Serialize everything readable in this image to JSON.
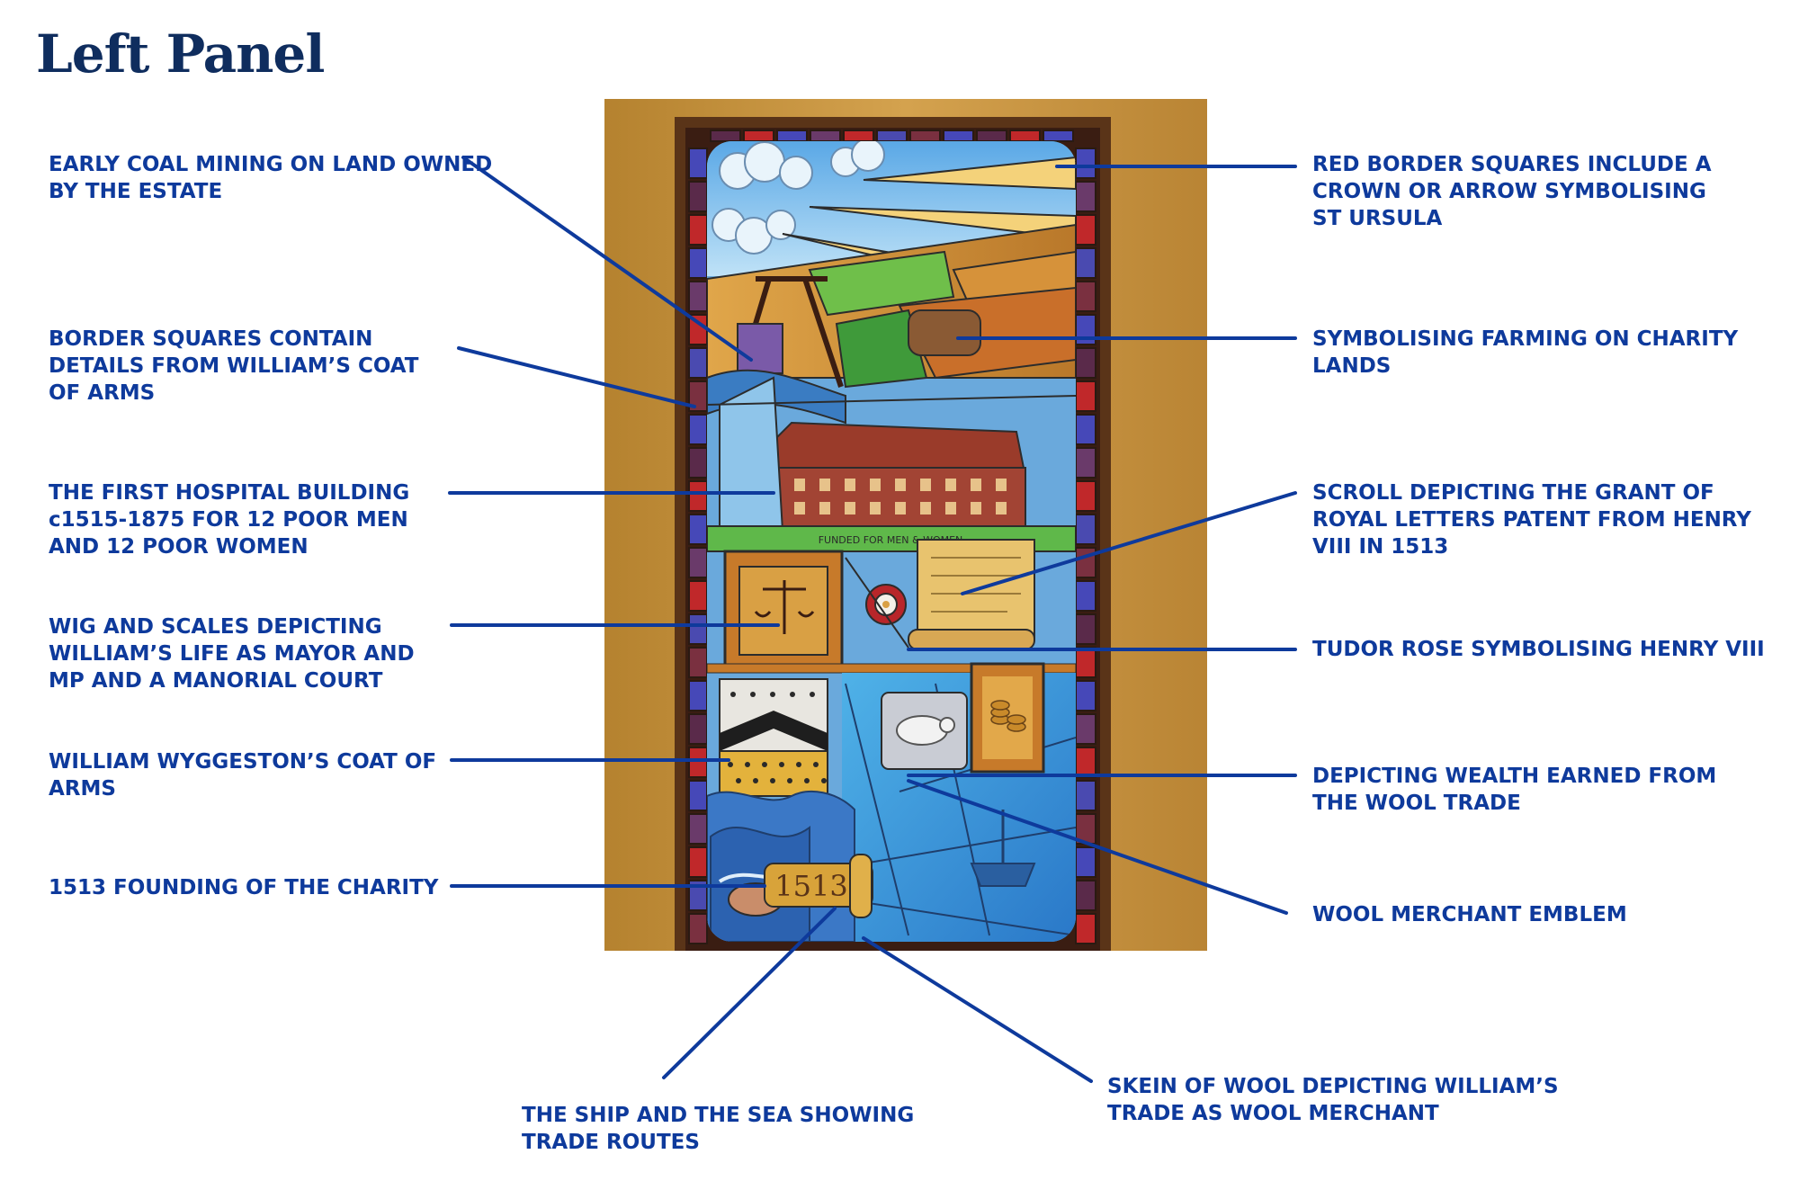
{
  "title": "Left Panel",
  "colors": {
    "title": "#0f2d5e",
    "label": "#0e3a9c",
    "leader": "#0e3a9c",
    "wall": "#c89540",
    "frame": "#5a3418",
    "sky": "#7fc0ea",
    "border_red": "#c0282a",
    "border_blue": "#4648b8"
  },
  "labels": {
    "coal_mining": [
      "EARLY COAL MINING ON LAND OWNED",
      "BY THE ESTATE"
    ],
    "border_squares": [
      "BORDER SQUARES CONTAIN",
      "DETAILS FROM WILLIAM’S COAT",
      "OF ARMS"
    ],
    "hospital": [
      "THE FIRST HOSPITAL BUILDING",
      "c1515-1875 FOR 12 POOR MEN",
      "AND 12 POOR WOMEN"
    ],
    "wig_scales": [
      "WIG AND SCALES DEPICTING",
      "WILLIAM’S LIFE AS MAYOR AND",
      "MP AND A MANORIAL COURT"
    ],
    "coat_of_arms": [
      "WILLIAM WYGGESTON’S COAT OF",
      "ARMS"
    ],
    "founding": [
      "1513 FOUNDING OF THE CHARITY"
    ],
    "red_border": [
      "RED BORDER SQUARES INCLUDE A",
      "CROWN OR ARROW SYMBOLISING",
      "ST URSULA"
    ],
    "farming": [
      "SYMBOLISING FARMING ON CHARITY",
      "LANDS"
    ],
    "scroll": [
      "SCROLL DEPICTING THE GRANT OF",
      "ROYAL LETTERS PATENT FROM HENRY",
      "VIII IN 1513"
    ],
    "tudor_rose": [
      "TUDOR ROSE SYMBOLISING HENRY VIII"
    ],
    "wealth": [
      "DEPICTING WEALTH EARNED FROM",
      "THE WOOL TRADE"
    ],
    "wool_emblem": [
      "WOOL MERCHANT EMBLEM"
    ],
    "ship_sea": [
      "THE SHIP AND THE SEA SHOWING",
      "TRADE ROUTES"
    ],
    "skein": [
      "SKEIN OF WOOL DEPICTING WILLIAM’S",
      "TRADE AS WOOL MERCHANT"
    ]
  },
  "window": {
    "scroll_year": "1513",
    "banner_text": "FUNDED FOR MEN & WOMEN"
  }
}
